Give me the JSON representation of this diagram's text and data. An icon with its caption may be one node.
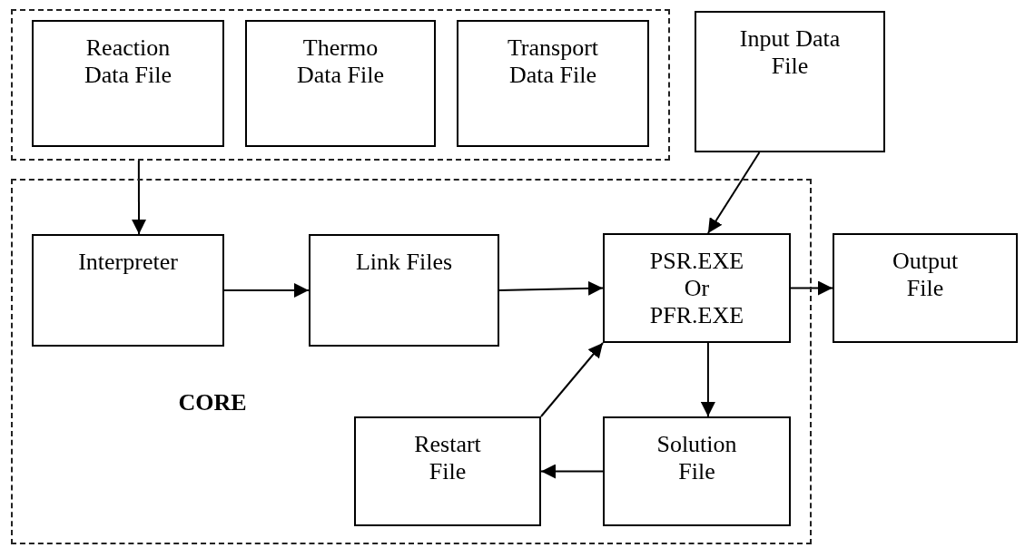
{
  "diagram": {
    "nodes": [
      {
        "text": [],
        "shape": "box"
      },
      {
        "text": [
          "Reaction Data File"
        ],
        "in": 0
      },
      {
        "text": [
          "Thermo Data File"
        ],
        "in": 0
      },
      {
        "text": [
          "Transport Data File"
        ],
        "in": 0
      },
      {
        "text": [
          "Input Data File"
        ]
      },
      {
        "text": [
          "CORE"
        ]
      },
      {
        "text": [
          "Interpreter"
        ],
        "in": 5
      },
      {
        "text": [
          "Link Files"
        ],
        "in": 5
      },
      {
        "text": [
          "PSR.EXE Or PFR.EXE"
        ],
        "in": 5
      },
      {
        "text": [
          "Output File"
        ]
      },
      {
        "text": [
          "Restart File"
        ],
        "in": 5
      },
      {
        "text": [
          "Solution File"
        ],
        "in": 5
      }
    ],
    "edges": [
      {
        "from": 0,
        "to": 6,
        "arrow": "to"
      },
      {
        "from": 4,
        "to": 8,
        "arrow": "to"
      },
      {
        "from": 6,
        "to": 7,
        "arrow": "to"
      },
      {
        "from": 7,
        "to": 8,
        "arrow": "to"
      },
      {
        "from": 8,
        "to": 9,
        "arrow": "to"
      },
      {
        "from": 8,
        "to": 11,
        "arrow": "to"
      },
      {
        "from": 11,
        "to": 10,
        "arrow": "to"
      },
      {
        "from": 10,
        "to": 8,
        "arrow": "to"
      }
    ]
  }
}
